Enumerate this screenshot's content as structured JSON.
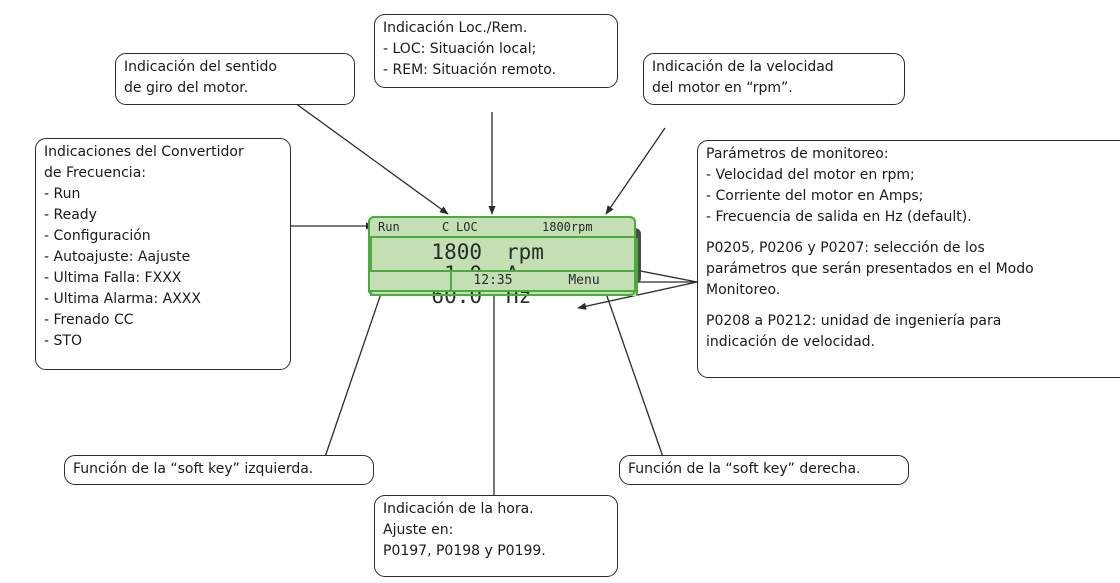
{
  "display": {
    "status": {
      "state": "Run",
      "direction_icon": "rotation-direction-icon",
      "direction_glyph": "C",
      "mode": "LOC",
      "speed": "1800rpm"
    },
    "monitor": [
      {
        "value": "1800",
        "unit": "rpm"
      },
      {
        "value": "1.0",
        "unit": "A"
      },
      {
        "value": "60.0",
        "unit": "Hz"
      }
    ],
    "soft_key_left": "",
    "clock": "12:35",
    "soft_key_right": "Menu"
  },
  "callouts": {
    "converter_indications": {
      "lines": [
        "Indicaciones del Convertidor",
        "de Frecuencia:",
        "- Run",
        "- Ready",
        "- Configuración",
        "- Autoajuste: Aajuste",
        "- Ultima Falla: FXXX",
        "- Ultima Alarma: AXXX",
        "- Frenado CC",
        "- STO"
      ]
    },
    "rotation_direction": {
      "lines": [
        "Indicación del sentido",
        "de giro del motor."
      ]
    },
    "loc_rem": {
      "lines": [
        "Indicación Loc./Rem.",
        "- LOC: Situación local;",
        "- REM: Situación remoto."
      ]
    },
    "motor_speed": {
      "lines": [
        "Indicación de la velocidad",
        "del motor en “rpm”."
      ]
    },
    "monitoring": {
      "lines": [
        "Parámetros de monitoreo:",
        "- Velocidad del motor en rpm;",
        "- Corriente del motor en Amps;",
        "- Frecuencia de salida en Hz (default).",
        "",
        "P0205, P0206 y P0207: selección de los",
        "parámetros que serán presentados en el Modo",
        "Monitoreo.",
        "",
        "P0208 a P0212: unidad de ingeniería para",
        "indicación de velocidad."
      ]
    },
    "left_soft_key": {
      "text": "Función de la “soft key” izquierda."
    },
    "right_soft_key": {
      "text": "Función de la “soft key” derecha."
    },
    "clock": {
      "lines": [
        "Indicación de la hora.",
        "Ajuste en:",
        "P0197, P0198 y P0199."
      ]
    }
  },
  "colors": {
    "lcd_background": "#c4dfb4",
    "lcd_border": "#4caa3e",
    "lcd_text": "#2a2a2a",
    "line": "#2b2b2b"
  }
}
